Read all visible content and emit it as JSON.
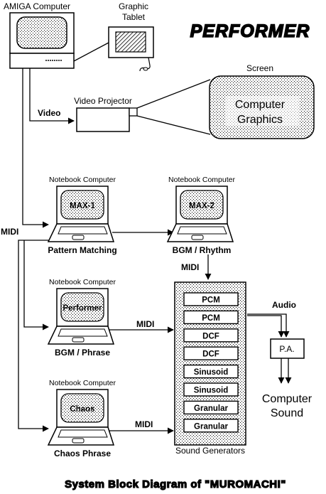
{
  "header": {
    "brand": "PERFORMER"
  },
  "labels": {
    "amiga": "AMIGA Computer",
    "tablet_line1": "Graphic",
    "tablet_line2": "Tablet",
    "screen": "Screen",
    "screen_text1": "Computer",
    "screen_text2": "Graphics",
    "projector": "Video Projector",
    "video": "Video",
    "midi_left": "MIDI",
    "midi_bgm": "MIDI",
    "midi_performer": "MIDI",
    "midi_chaos": "MIDI",
    "audio": "Audio",
    "pa": "P.A.",
    "sound1": "Computer",
    "sound2": "Sound",
    "sound_generators": "Sound Generators",
    "caption": "System Block Diagram of \"MUROMACHI\""
  },
  "notebooks": [
    {
      "header": "Notebook Computer",
      "screen": "MAX-1",
      "caption": "Pattern Matching"
    },
    {
      "header": "Notebook Computer",
      "screen": "MAX-2",
      "caption": "BGM / Rhythm"
    },
    {
      "header": "Notebook Computer",
      "screen": "Performer",
      "caption": "BGM / Phrase"
    },
    {
      "header": "Notebook Computer",
      "screen": "Chaos",
      "caption": "Chaos Phrase"
    }
  ],
  "generators": [
    "PCM",
    "PCM",
    "DCF",
    "DCF",
    "Sinusoid",
    "Sinusoid",
    "Granular",
    "Granular"
  ],
  "colors": {
    "ink": "#000000",
    "paper": "#ffffff"
  }
}
